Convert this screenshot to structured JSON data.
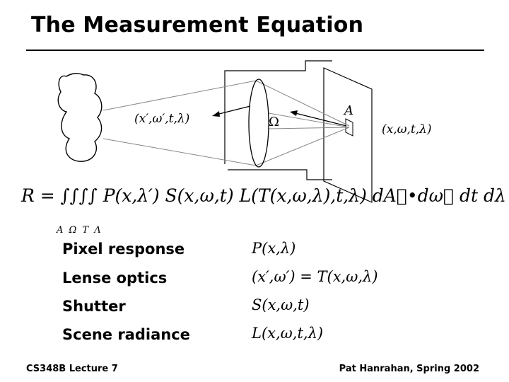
{
  "slide": {
    "title": "The Measurement Equation"
  },
  "diagram": {
    "ray_label": "(x′,ω′,t,λ)",
    "solid_angle_label": "Ω",
    "area_label": "A",
    "film_label": "(x,ω,t,λ)"
  },
  "equation": {
    "main": "R = ∫∫∫∫ P(x,λ′) S(x,ω,t) L(T(x,ω,λ),t,λ) dA⃗•dω⃗ dt dλ",
    "limits": "A Ω T Λ"
  },
  "terms": [
    {
      "label": "Pixel response",
      "formula": "P(x,λ)"
    },
    {
      "label": "Lense optics",
      "formula": "(x′,ω′) = T(x,ω,λ)"
    },
    {
      "label": "Shutter",
      "formula": "S(x,ω,t)"
    },
    {
      "label": "Scene radiance",
      "formula": "L(x,ω,t,λ)"
    }
  ],
  "footer": {
    "left": "CS348B Lecture 7",
    "right": "Pat Hanrahan, Spring 2002"
  }
}
